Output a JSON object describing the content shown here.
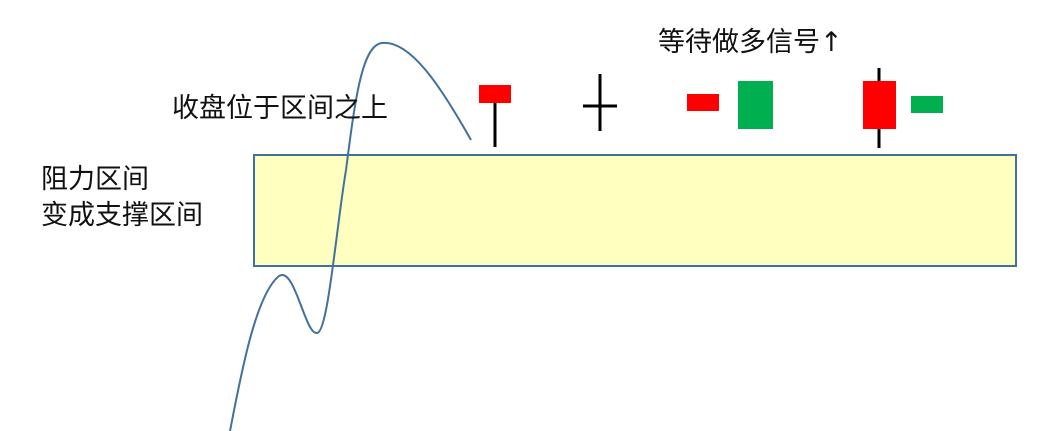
{
  "labels": {
    "signal": "等待做多信号",
    "signal_arrow": "↑",
    "close_above": "收盘位于区间之上",
    "zone_line1": "阻力区间",
    "zone_line2": "变成支撑区间"
  },
  "colors": {
    "zone_fill": "#FFFFC0",
    "zone_border": "#41719C",
    "curve": "#41719C",
    "bull_candle": "#FF0000",
    "bear_candle": "#00B050",
    "wick": "#000000"
  },
  "candles": [
    {
      "name": "hammer",
      "color": "red"
    },
    {
      "name": "doji-cross",
      "color": "black"
    },
    {
      "name": "small-red",
      "color": "red"
    },
    {
      "name": "big-green",
      "color": "green"
    },
    {
      "name": "red-with-wicks",
      "color": "red"
    },
    {
      "name": "small-green",
      "color": "green"
    }
  ]
}
